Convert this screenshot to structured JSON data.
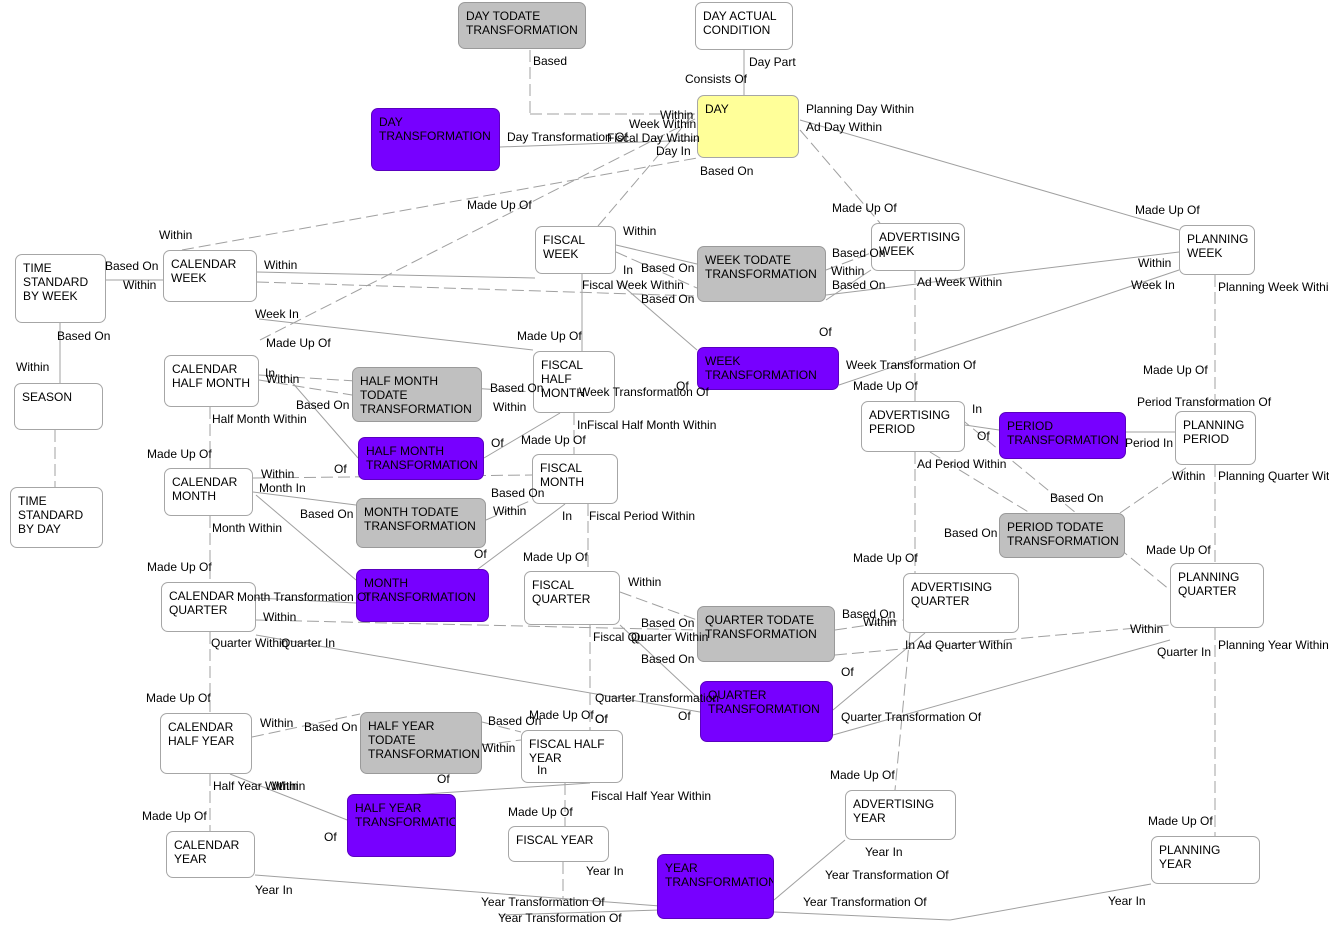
{
  "entities": [
    {
      "id": "day_todate_transformation",
      "text": "DAY TODATE\nTRANSFORMATION",
      "fill": "gray"
    },
    {
      "id": "day_actual_condition",
      "text": "DAY ACTUAL\nCONDITION",
      "fill": "white"
    },
    {
      "id": "day_transformation",
      "text": "DAY\nTRANSFORMATION",
      "fill": "purple"
    },
    {
      "id": "day",
      "text": "DAY",
      "fill": "yellow"
    },
    {
      "id": "time_standard_by_week",
      "text": "TIME\nSTANDARD\nBY WEEK",
      "fill": "white"
    },
    {
      "id": "calendar_week",
      "text": "CALENDAR\nWEEK",
      "fill": "white"
    },
    {
      "id": "fiscal_week",
      "text": "FISCAL\nWEEK",
      "fill": "white"
    },
    {
      "id": "week_todate_transformation",
      "text": "WEEK TODATE\nTRANSFORMATION",
      "fill": "gray"
    },
    {
      "id": "advertising_week",
      "text": "ADVERTISING\nWEEK",
      "fill": "white"
    },
    {
      "id": "planning_week",
      "text": "PLANNING\nWEEK",
      "fill": "white"
    },
    {
      "id": "season",
      "text": "SEASON",
      "fill": "white"
    },
    {
      "id": "calendar_half_month",
      "text": "CALENDAR\nHALF MONTH",
      "fill": "white"
    },
    {
      "id": "half_month_todate_transformation",
      "text": "HALF MONTH\nTODATE\nTRANSFORMATION",
      "fill": "gray"
    },
    {
      "id": "fiscal_half_month",
      "text": "FISCAL\nHALF\nMONTH",
      "fill": "white"
    },
    {
      "id": "week_transformation",
      "text": "WEEK\nTRANSFORMATION",
      "fill": "purple"
    },
    {
      "id": "advertising_period",
      "text": "ADVERTISING\nPERIOD",
      "fill": "white"
    },
    {
      "id": "period_transformation",
      "text": "PERIOD\nTRANSFORMATION",
      "fill": "purple"
    },
    {
      "id": "planning_period",
      "text": "PLANNING\nPERIOD",
      "fill": "white"
    },
    {
      "id": "half_month_transformation",
      "text": "HALF MONTH\nTRANSFORMATION",
      "fill": "purple"
    },
    {
      "id": "time_standard_by_day",
      "text": "TIME\nSTANDARD\nBY DAY",
      "fill": "white"
    },
    {
      "id": "calendar_month",
      "text": "CALENDAR\nMONTH",
      "fill": "white"
    },
    {
      "id": "fiscal_month",
      "text": "FISCAL\nMONTH",
      "fill": "white"
    },
    {
      "id": "month_todate_transformation",
      "text": "MONTH TODATE\nTRANSFORMATION",
      "fill": "gray"
    },
    {
      "id": "period_todate_transformation",
      "text": "PERIOD TODATE\nTRANSFORMATION",
      "fill": "gray"
    },
    {
      "id": "month_transformation",
      "text": "MONTH\nTRANSFORMATION",
      "fill": "purple"
    },
    {
      "id": "calendar_quarter",
      "text": "CALENDAR\nQUARTER",
      "fill": "white"
    },
    {
      "id": "fiscal_quarter",
      "text": "FISCAL\nQUARTER",
      "fill": "white"
    },
    {
      "id": "quarter_todate_transformation",
      "text": "QUARTER TODATE\nTRANSFORMATION",
      "fill": "gray"
    },
    {
      "id": "advertising_quarter",
      "text": "ADVERTISING\nQUARTER",
      "fill": "white"
    },
    {
      "id": "planning_quarter",
      "text": "PLANNING\nQUARTER",
      "fill": "white"
    },
    {
      "id": "quarter_transformation",
      "text": "QUARTER\nTRANSFORMATION",
      "fill": "purple"
    },
    {
      "id": "calendar_half_year",
      "text": "CALENDAR\nHALF YEAR",
      "fill": "white"
    },
    {
      "id": "half_year_todate_transformation",
      "text": "HALF YEAR\nTODATE\nTRANSFORMATION",
      "fill": "gray"
    },
    {
      "id": "fiscal_half_year",
      "text": "FISCAL HALF\nYEAR",
      "fill": "white"
    },
    {
      "id": "half_year_transformation",
      "text": "HALF YEAR\nTRANSFORMATIO",
      "fill": "purple"
    },
    {
      "id": "advertising_year",
      "text": "ADVERTISING\nYEAR",
      "fill": "white"
    },
    {
      "id": "calendar_year",
      "text": "CALENDAR\nYEAR",
      "fill": "white"
    },
    {
      "id": "fiscal_year",
      "text": "FISCAL YEAR",
      "fill": "white"
    },
    {
      "id": "year_transformation",
      "text": "YEAR\nTRANSFORMATION",
      "fill": "purple"
    },
    {
      "id": "planning_year",
      "text": "PLANNING YEAR",
      "fill": "white"
    }
  ],
  "labels": [
    "Based",
    "Day Part",
    "Consists Of",
    "Within",
    "Week Within",
    "Day Transformation Of",
    "Fiscal Day Within",
    "Day In",
    "Planning Day Within",
    "Ad Day Within",
    "Based On",
    "Made Up Of",
    "Made Up Of",
    "Made Up Of",
    "Within",
    "Within",
    "Based On",
    "Within",
    "Within",
    "In",
    "Based On",
    "Fiscal Week Within",
    "Based On",
    "Based On",
    "Within",
    "Based On",
    "Ad Week Within",
    "Within",
    "Week In",
    "Planning Week\nWithin",
    "Based On",
    "Within",
    "Week In",
    "Made Up Of",
    "Made Up Of",
    "Of",
    "In",
    "Within",
    "Based On",
    "Based On",
    "Within",
    "Week Transformation Of",
    "Of",
    "Week Transformation Of",
    "Made Up Of",
    "Made Up Of",
    "Half Month Within",
    "In",
    "In",
    "Fiscal Half Month Within",
    "Of",
    "Made Up Of",
    "Period Transformation Of",
    "Of",
    "Period In",
    "Ad Period Within",
    "Made Up Of",
    "Within",
    "Month In",
    "Based On",
    "Of",
    "Based On",
    "Within",
    "In",
    "Fiscal Period Within",
    "Month Within",
    "Within",
    "Planning Quarter\nWithin",
    "Based On",
    "Based On",
    "Made Up Of",
    "Of",
    "Made Up Of",
    "Made Up Of",
    "Month Transformation Of",
    "Within",
    "Within",
    "Based On",
    "Within",
    "Made Up Of",
    "Quarter Within",
    "Quarter In",
    "Fiscal Qu",
    "Quarter Within",
    "Based On",
    "Based On",
    "In",
    "Ad Quarter Within",
    "Within",
    "Quarter In",
    "Planning Year Within",
    "Of",
    "Made Up Of",
    "Quarter\nTransformation",
    "Of",
    "Of",
    "Quarter Transformation Of",
    "Within",
    "Based On",
    "Based On",
    "Made Up Of",
    "Of",
    "Within",
    "In",
    "Of",
    "Half Year Within",
    "Within",
    "Fiscal Half Year Within",
    "Made Up Of",
    "Made Up Of",
    "Made Up Of",
    "Of",
    "Made Up Of",
    "Year In",
    "Year In",
    "Year In",
    "Year Transformation Of",
    "Year Transformation Of",
    "Year Transformation Of",
    "Year Transformation Of",
    "Year In"
  ],
  "colors": {
    "white": "#ffffff",
    "gray": "#c0c0c0",
    "purple": "#7700ff",
    "yellow": "#ffff99",
    "border": "#a6a6a6",
    "line": "#a0a0a0"
  }
}
